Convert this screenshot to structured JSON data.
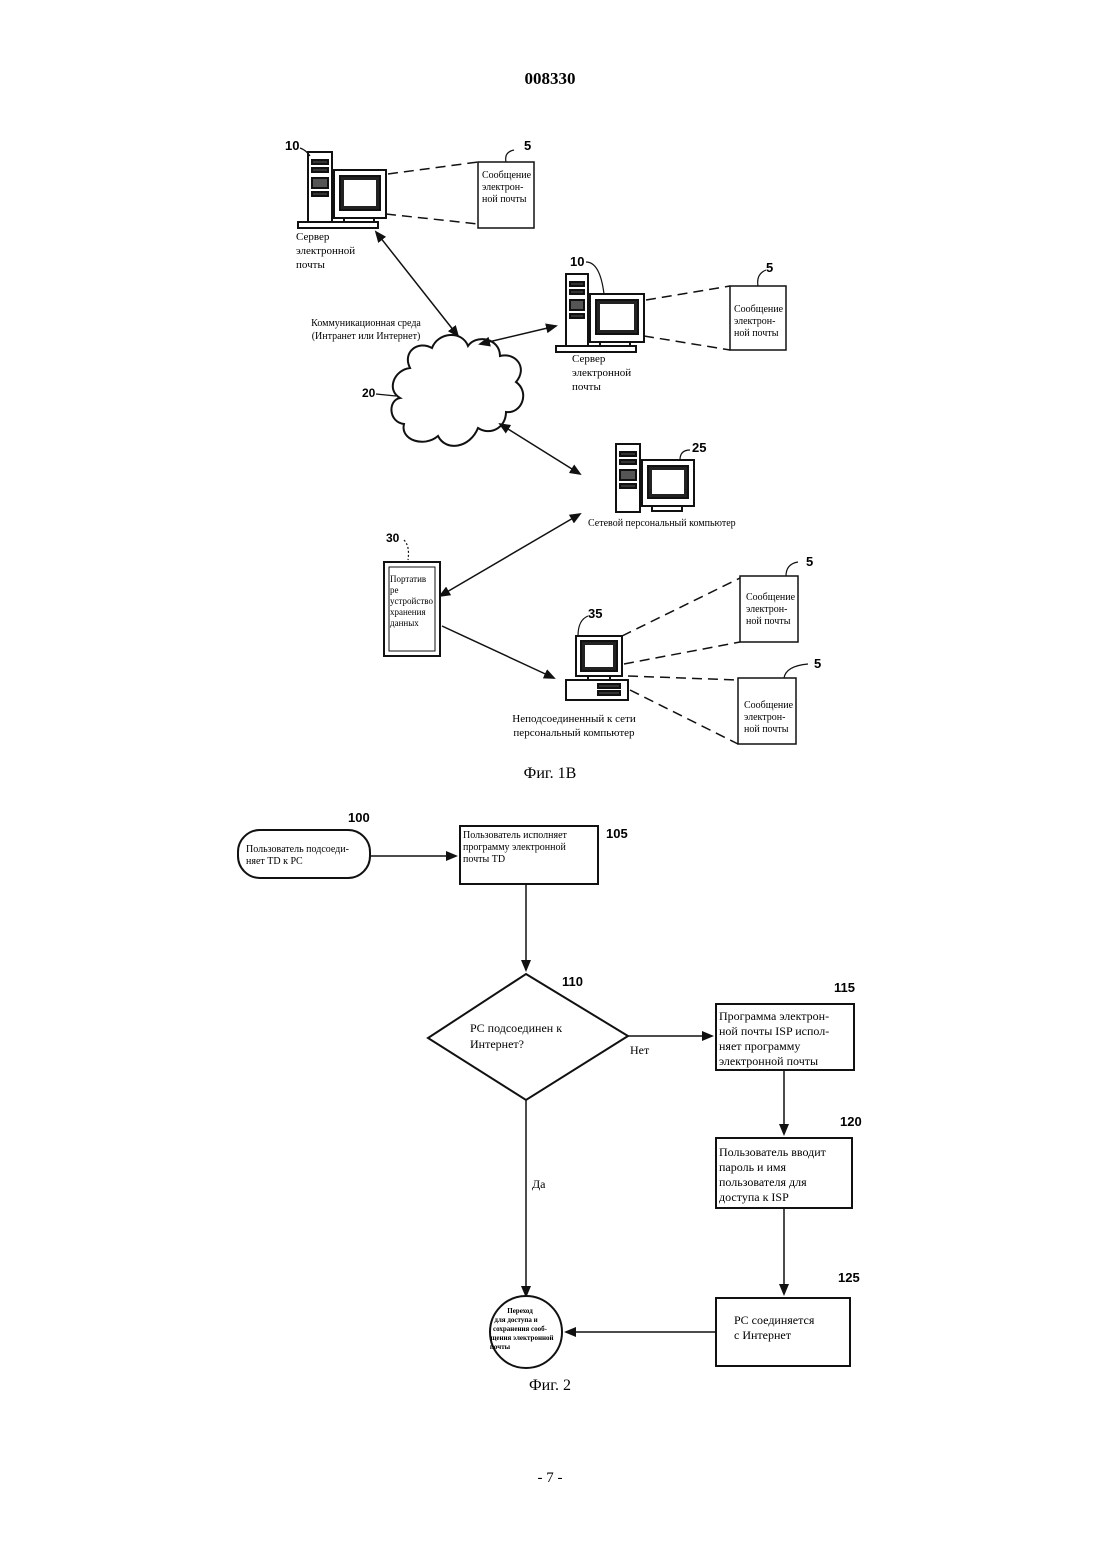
{
  "header": {
    "doc_number": "008330"
  },
  "figure_1b": {
    "caption": "Фиг. 1В",
    "ref_mail_server_top": "10",
    "ref_msg_top": "5",
    "mail_server_top_label": [
      "Сервер",
      "электронной",
      "почты"
    ],
    "msg_top": [
      "Сообщение",
      "электрон-",
      "ной почты"
    ],
    "comm_medium_label": [
      "Коммуникационная среда",
      "(Интранет или Интернет)"
    ],
    "ref_cloud": "20",
    "ref_mail_server_right": "10",
    "ref_msg_right": "5",
    "mail_server_right_label": [
      "Сервер",
      "электронной",
      "почты"
    ],
    "msg_right": [
      "Сообщение",
      "электрон-",
      "ной почты"
    ],
    "ref_network_pc": "25",
    "network_pc_label": "Сетевой персональный компьютер",
    "ref_portable": "30",
    "portable_label": [
      "Портатив",
      "ре",
      "устройство",
      "хранения",
      "данных"
    ],
    "ref_offline_pc": "35",
    "offline_pc_label": [
      "Неподсоединенный к сети",
      "персональный компьютер"
    ],
    "ref_msg_lower1": "5",
    "msg_lower1": [
      "Сообщение",
      "электрон-",
      "ной почты"
    ],
    "ref_msg_lower2": "5",
    "msg_lower2": [
      "Сообщение",
      "электрон-",
      "ной почты"
    ]
  },
  "figure_2": {
    "caption": "Фиг. 2",
    "ref_100": "100",
    "step_100": [
      "Пользователь подсоеди-",
      "няет TD к PC"
    ],
    "ref_105": "105",
    "step_105": [
      "Пользователь исполняет",
      "программу электронной",
      "почты TD"
    ],
    "ref_110": "110",
    "decision_110": [
      "PC подсоединен к",
      "Интернет?"
    ],
    "label_no": "Нет",
    "label_yes": "Да",
    "ref_115": "115",
    "step_115": [
      "Программа электрон-",
      "ной почты ISP испол-",
      "няет программу",
      "электронной почты"
    ],
    "ref_120": "120",
    "step_120": [
      "Пользователь вводит",
      "пароль и имя",
      "пользователя для",
      "доступа к ISP"
    ],
    "ref_125": "125",
    "step_125": [
      "PC соединяется",
      "с Интернет"
    ],
    "end_circle": [
      "Переход",
      "для доступа и",
      "сохранения сооб-",
      "щения электронной",
      "почты"
    ]
  },
  "footer": {
    "page_number": "- 7 -"
  }
}
